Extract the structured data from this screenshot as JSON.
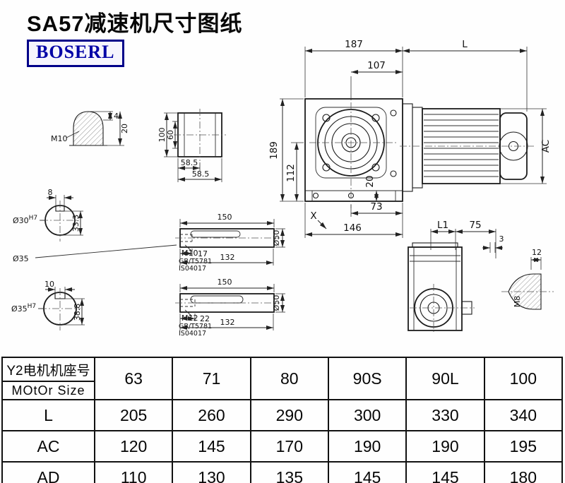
{
  "page": {
    "title": "SA57减速机尺寸图纸",
    "logo": "BOSERL"
  },
  "main_view": {
    "overall_width": "187",
    "motor_length": "L",
    "flange_to_axis": "107",
    "height": "189",
    "axis_height": "112",
    "foot_height": "20",
    "axis_to_face": "73",
    "base_length": "146",
    "view_label": "X",
    "motor_diameter": "AC"
  },
  "aux_view": {
    "shaft_length": "L1",
    "width": "75",
    "gap": "3",
    "thread_length": "12",
    "thread_size": "M8"
  },
  "key_detail": {
    "thread": "M10",
    "depth": "4",
    "length": "20"
  },
  "flange_detail": {
    "height": "100",
    "inner_height": "60",
    "width_a": "58.5",
    "width_b": "58.5"
  },
  "section_a": {
    "key_width": "8",
    "bore": "Ø30",
    "tolerance": "H7",
    "key_depth": "33.3"
  },
  "shaft_label": "Ø35",
  "shaft_a": {
    "length": "150",
    "thread": "M10",
    "standard_1": "GB/T5781",
    "standard_2": "IS04017",
    "thread_depth": "17",
    "key_length": "132",
    "diameter": "Ø50"
  },
  "section_b": {
    "key_width": "10",
    "bore": "Ø35",
    "tolerance": "H7",
    "key_depth": "38.8"
  },
  "shaft_b": {
    "length": "150",
    "thread": "M12",
    "standard_1": "GB/T5781",
    "standard_2": "IS04017",
    "thread_depth": "22",
    "key_length": "132",
    "diameter": "Ø50"
  },
  "table": {
    "header": {
      "label_cn": "Y2电机机座号",
      "label_en": "MOtOr Size",
      "values": [
        "63",
        "71",
        "80",
        "90S",
        "90L",
        "100"
      ]
    },
    "rows": [
      {
        "label": "L",
        "values": [
          "205",
          "260",
          "290",
          "300",
          "330",
          "340"
        ]
      },
      {
        "label": "AC",
        "values": [
          "120",
          "145",
          "170",
          "190",
          "190",
          "195"
        ]
      },
      {
        "label": "AD",
        "values": [
          "110",
          "130",
          "135",
          "145",
          "145",
          "180"
        ]
      }
    ]
  }
}
